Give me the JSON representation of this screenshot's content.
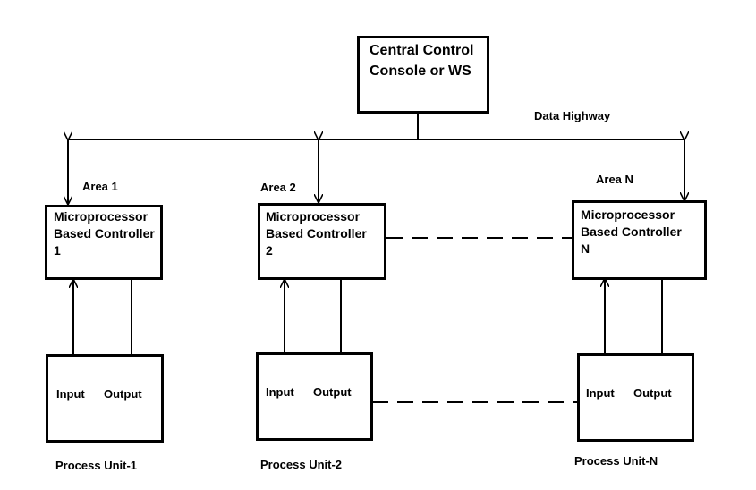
{
  "console": {
    "line1": "Central Control",
    "line2": "Console or WS"
  },
  "highway_label": "Data Highway",
  "areas": [
    {
      "label": "Area 1",
      "controller": [
        "Microprocessor",
        "Based Controller",
        "1"
      ],
      "io": {
        "input": "Input",
        "output": "Output"
      },
      "unit": "Process Unit-1"
    },
    {
      "label": "Area 2",
      "controller": [
        "Microprocessor",
        "Based Controller",
        "2"
      ],
      "io": {
        "input": "Input",
        "output": "Output"
      },
      "unit": "Process Unit-2"
    },
    {
      "label": "Area N",
      "controller": [
        "Microprocessor",
        "Based Controller",
        "N"
      ],
      "io": {
        "input": "Input",
        "output": "Output"
      },
      "unit": "Process Unit-N"
    }
  ]
}
